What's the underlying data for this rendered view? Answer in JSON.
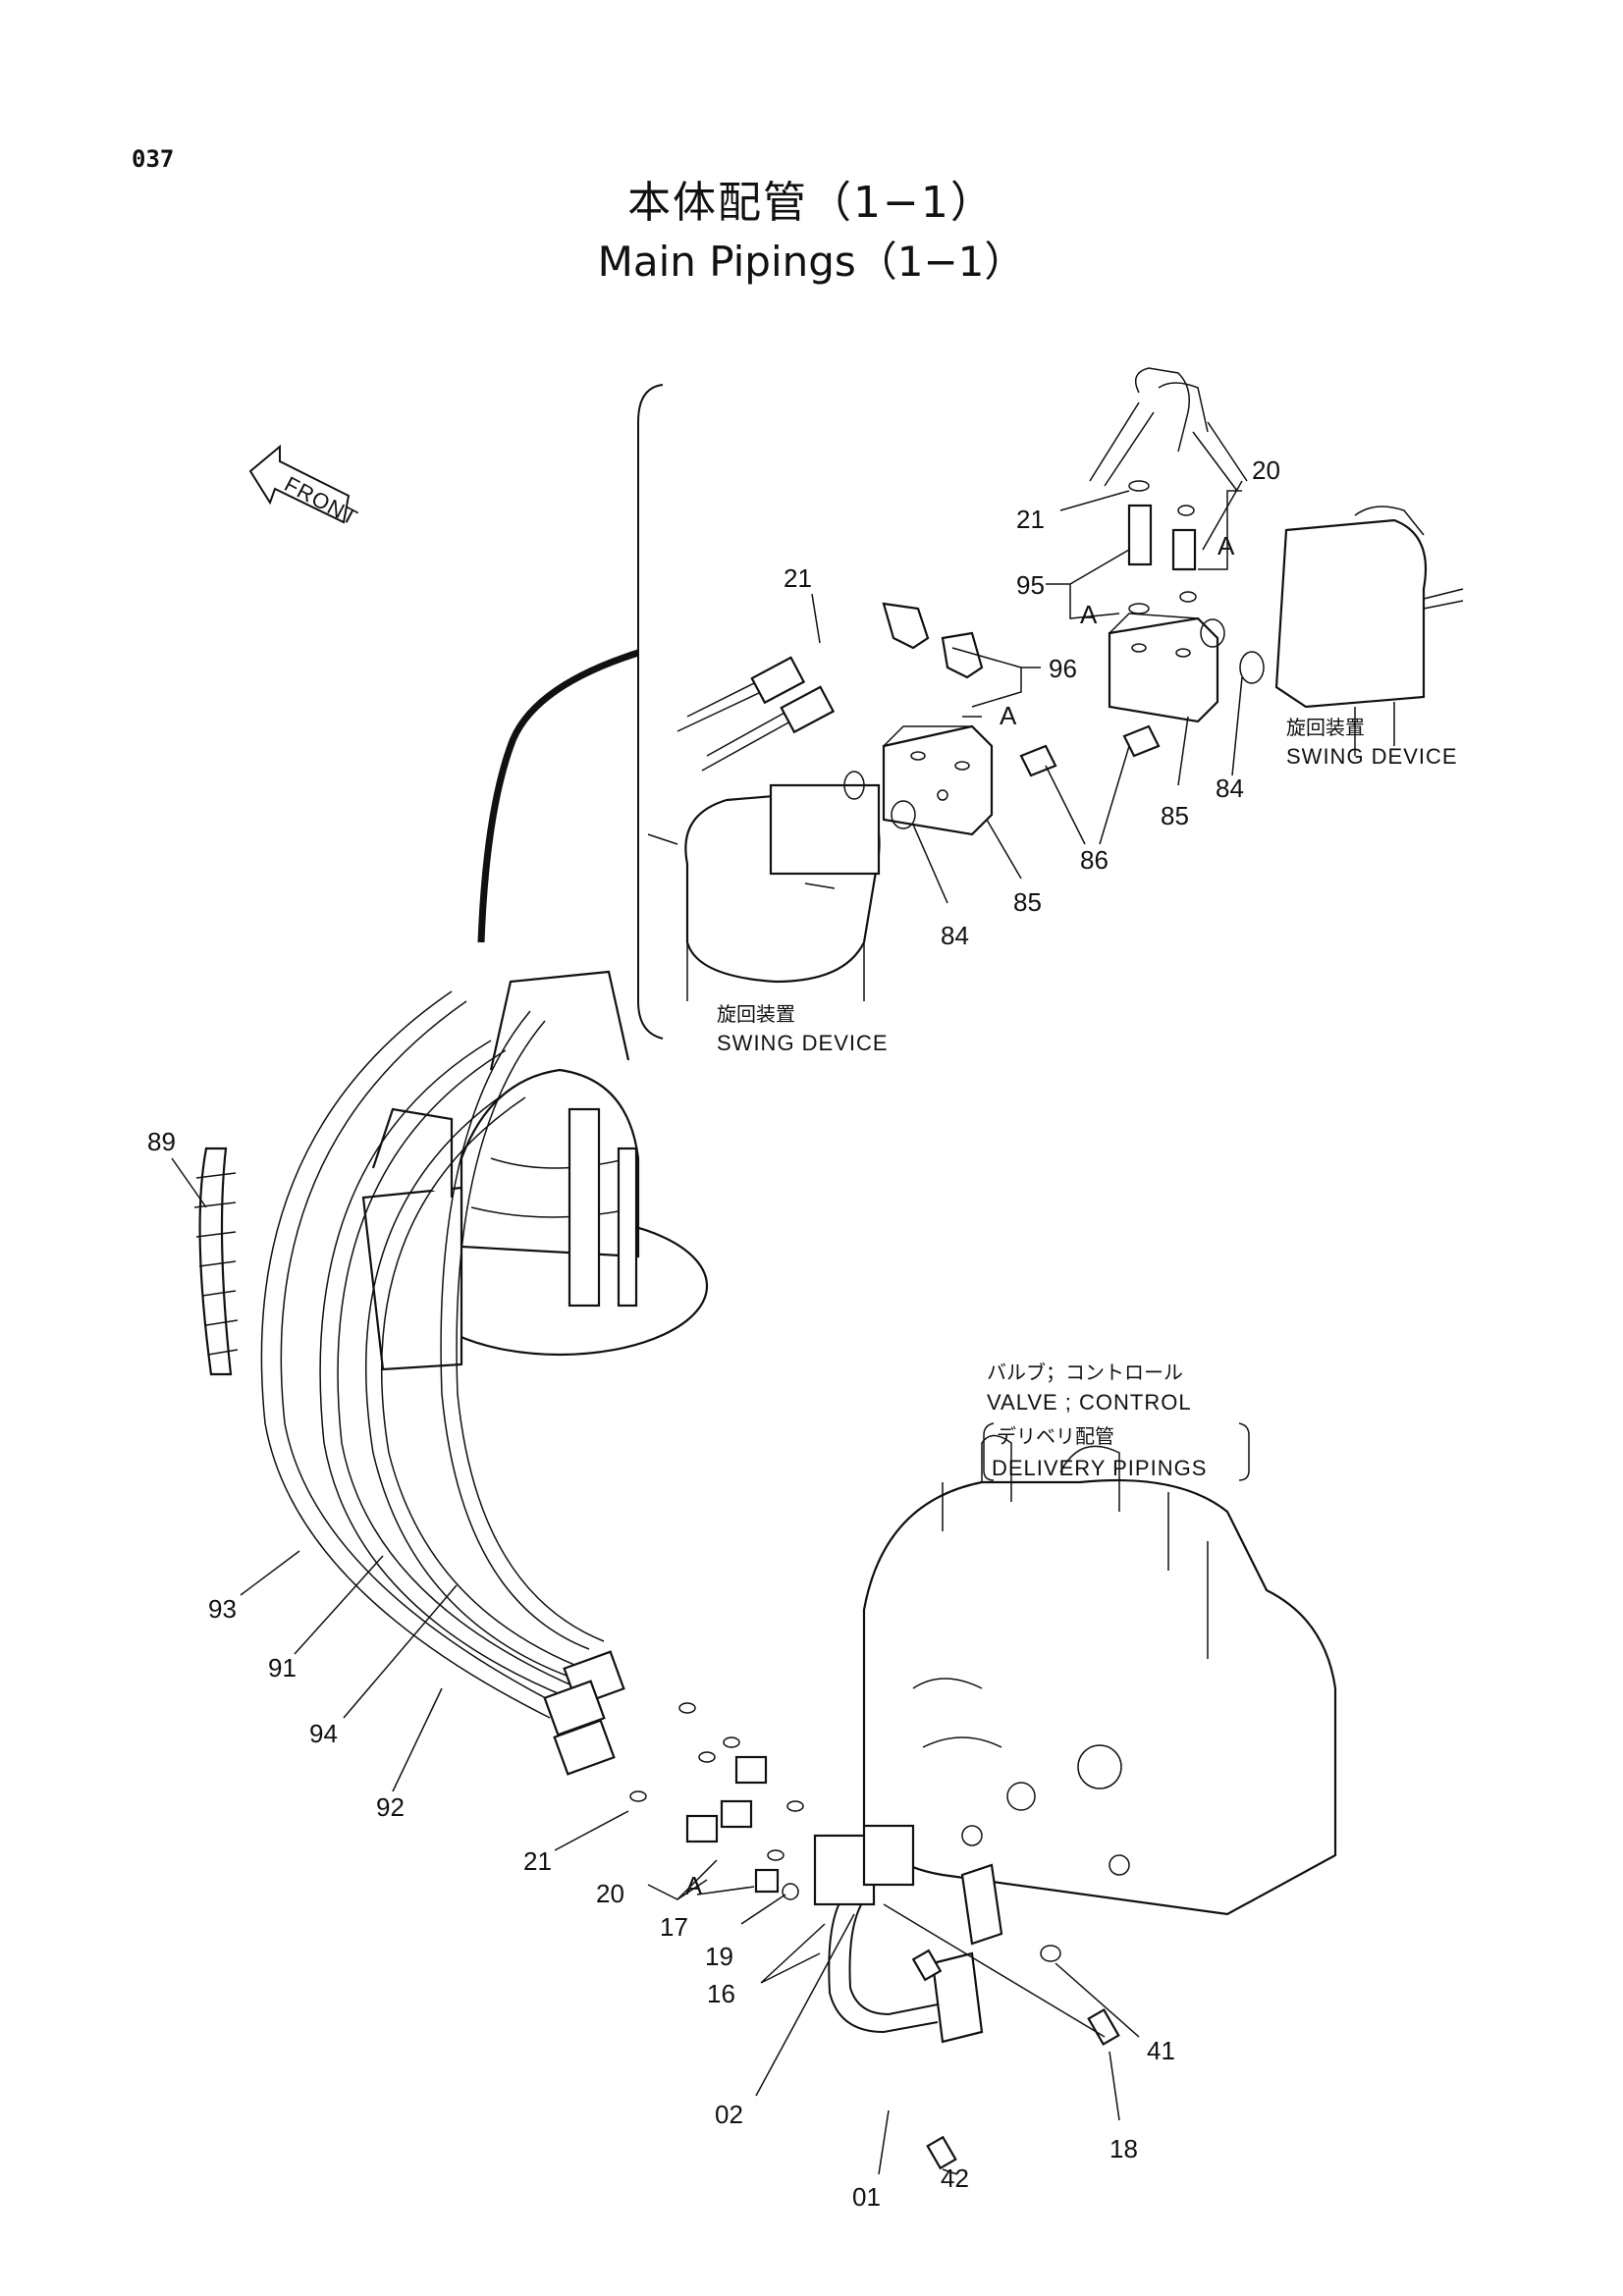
{
  "page_number": "037",
  "title": {
    "jp": "本体配管（1−1）",
    "en": "Main Pipings（1−1）"
  },
  "front_arrow": "FRONT",
  "callouts": {
    "swing_device_upper": {
      "jp": "旋回装置",
      "en": "SWING DEVICE"
    },
    "swing_device_lower": {
      "jp": "旋回装置",
      "en": "SWING DEVICE"
    },
    "valve_control": {
      "jp": "バルブ；コントロール",
      "en": "VALVE ; CONTROL",
      "ref_jp": "デリベリ配管",
      "ref_en": "DELIVERY PIPINGS"
    }
  },
  "part_labels": {
    "p21_top": "21",
    "p20_top": "20",
    "p95": "95",
    "a_95": "A",
    "a_20": "A",
    "p21_mid": "21",
    "p96": "96",
    "a_96": "A",
    "p85_right": "85",
    "p84_right": "84",
    "p86": "86",
    "p85_left": "85",
    "p84_left": "84",
    "p89": "89",
    "p93": "93",
    "p91": "91",
    "p94": "94",
    "p92": "92",
    "p21_bottom": "21",
    "p20_bottom": "20",
    "a_bottom": "A",
    "p17": "17",
    "p19": "19",
    "p16": "16",
    "p02": "02",
    "p41": "41",
    "p18": "18",
    "p42": "42",
    "p01": "01"
  }
}
